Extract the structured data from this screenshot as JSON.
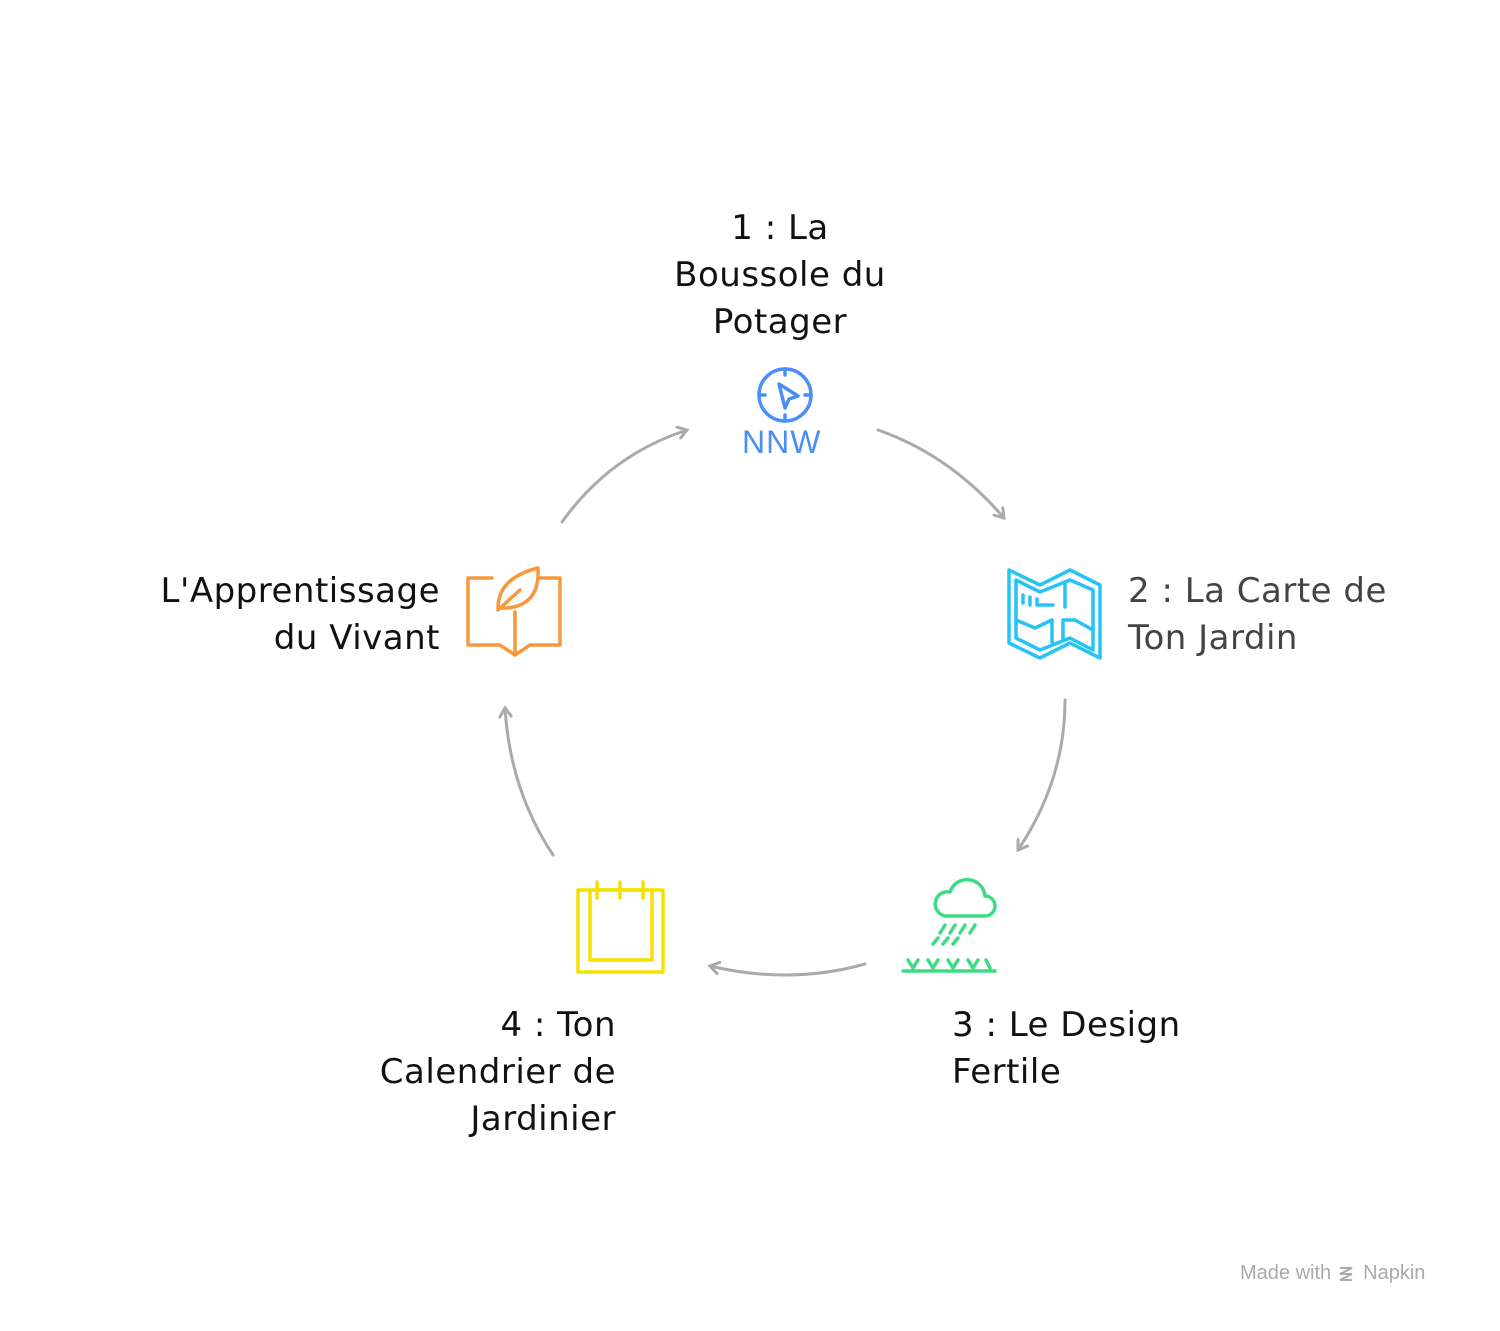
{
  "steps": [
    {
      "lines": [
        "1 : La",
        "Boussole du",
        "Potager"
      ],
      "icon": "compass-icon",
      "color": "#4a8ff7",
      "icon_text": "NNW"
    },
    {
      "lines": [
        "2 : La Carte de",
        "Ton Jardin"
      ],
      "icon": "map-icon",
      "color": "#25c4f5"
    },
    {
      "lines": [
        "3 : Le Design",
        "Fertile"
      ],
      "icon": "rain-garden-icon",
      "color": "#3ddc84"
    },
    {
      "lines": [
        "4 : Ton",
        "Calendrier de",
        "Jardinier"
      ],
      "icon": "calendar-icon",
      "color": "#f5e100"
    },
    {
      "lines": [
        "L'Apprentissage",
        "du Vivant"
      ],
      "icon": "book-leaf-icon",
      "color": "#f7993b"
    }
  ],
  "footer": {
    "made_with": "Made with",
    "brand": "Napkin"
  }
}
